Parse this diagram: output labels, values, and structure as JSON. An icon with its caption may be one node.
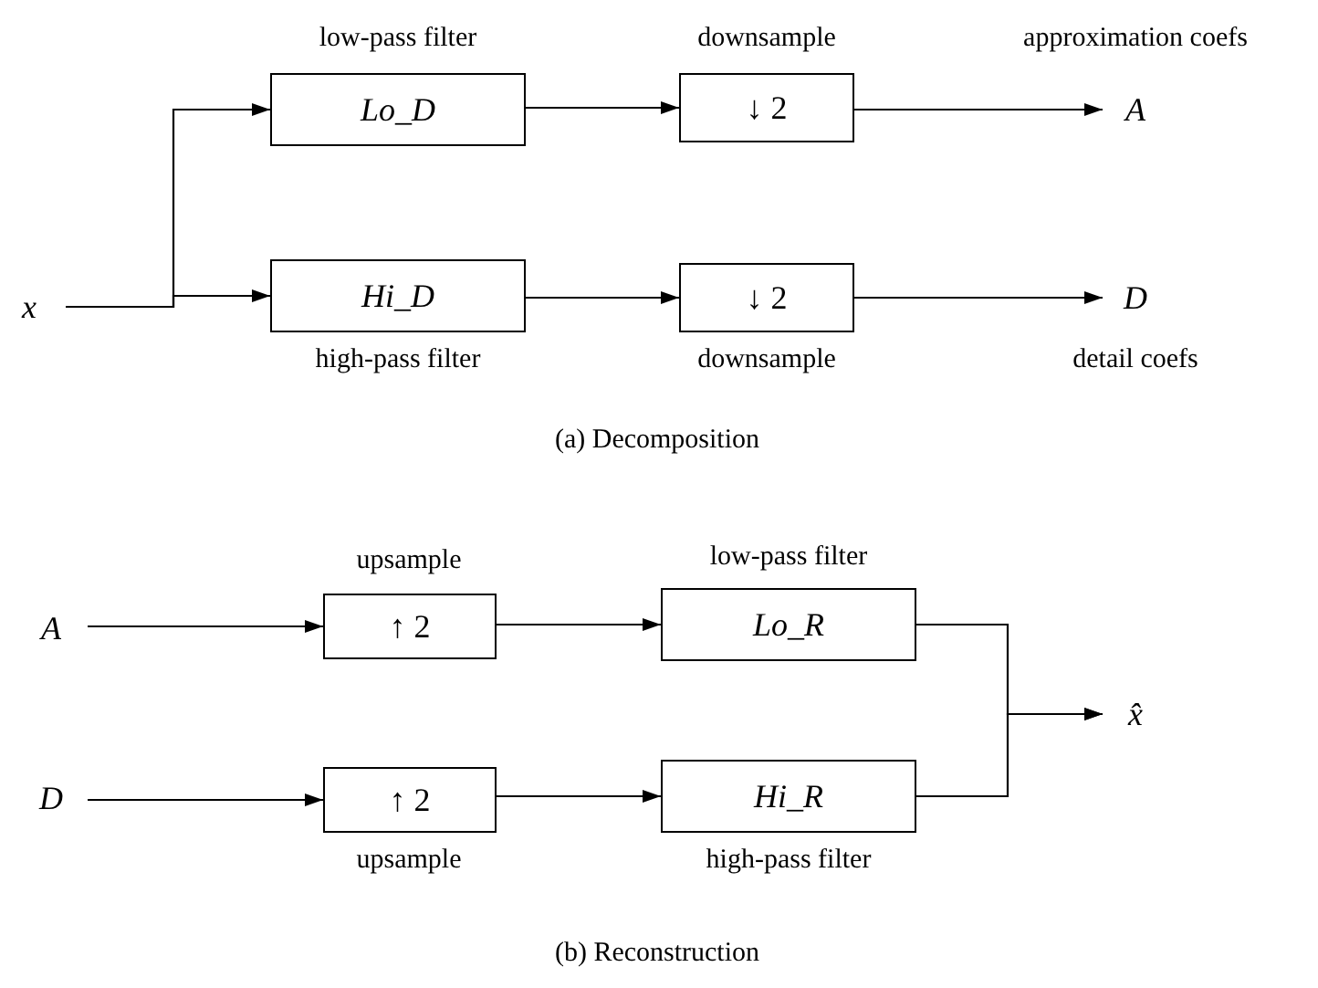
{
  "diagram": {
    "nodes": [
      {
        "text": [
          "x"
        ]
      },
      {
        "text": [
          "Lo_D"
        ],
        "beside": [
          "low-pass filter"
        ]
      },
      {
        "text": [
          "↓ 2"
        ],
        "beside": [
          "downsample"
        ]
      },
      {
        "text": [
          "A"
        ],
        "beside": [
          "approximation coefs"
        ]
      },
      {
        "text": [
          "Hi_D"
        ],
        "beside": [
          "high-pass filter"
        ]
      },
      {
        "text": [
          "↓ 2"
        ],
        "beside": [
          "downsample"
        ]
      },
      {
        "text": [
          "D"
        ],
        "beside": [
          "detail coefs"
        ]
      },
      {
        "text": [
          "A"
        ]
      },
      {
        "text": [
          "↑ 2"
        ],
        "beside": [
          "upsample"
        ]
      },
      {
        "text": [
          "Lo_R"
        ],
        "beside": [
          "low-pass filter"
        ]
      },
      {
        "text": [
          "D"
        ]
      },
      {
        "text": [
          "↑ 2"
        ],
        "beside": [
          "upsample"
        ]
      },
      {
        "text": [
          "Hi_R"
        ],
        "beside": [
          "high-pass filter"
        ]
      },
      {
        "text": [
          "x̂"
        ]
      }
    ],
    "edges": [
      {
        "from": 0,
        "to": 1,
        "arrow": "to"
      },
      {
        "from": 0,
        "to": 4,
        "arrow": "to"
      },
      {
        "from": 1,
        "to": 2,
        "arrow": "to"
      },
      {
        "from": 2,
        "to": 3,
        "arrow": "to"
      },
      {
        "from": 4,
        "to": 5,
        "arrow": "to"
      },
      {
        "from": 5,
        "to": 6,
        "arrow": "to"
      },
      {
        "from": 7,
        "to": 8,
        "arrow": "to"
      },
      {
        "from": 8,
        "to": 9,
        "arrow": "to"
      },
      {
        "from": 9,
        "to": 13,
        "arrow": "to"
      },
      {
        "from": 10,
        "to": 11,
        "arrow": "to"
      },
      {
        "from": 11,
        "to": 12,
        "arrow": "to"
      },
      {
        "from": 12,
        "to": 13,
        "arrow": "to"
      }
    ],
    "labels": [
      "(a) Decomposition",
      "(b) Reconstruction"
    ]
  }
}
